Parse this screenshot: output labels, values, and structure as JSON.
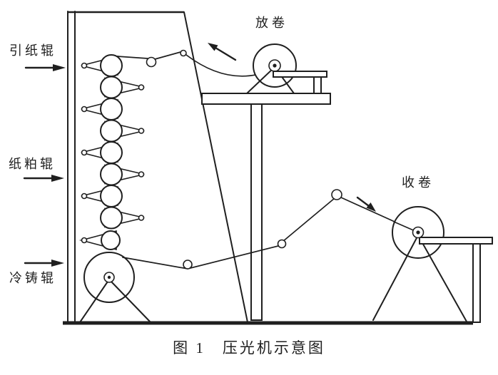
{
  "figure": {
    "caption": "图 1　压光机示意图",
    "labels": {
      "lead_roll": "引纸辊",
      "bowl_roll": "纸粕辊",
      "chill_roll": "冷铸辊",
      "unwind": "放卷",
      "rewind": "收卷"
    },
    "colors": {
      "line": "#1f1f1f",
      "background": "#ffffff"
    }
  }
}
